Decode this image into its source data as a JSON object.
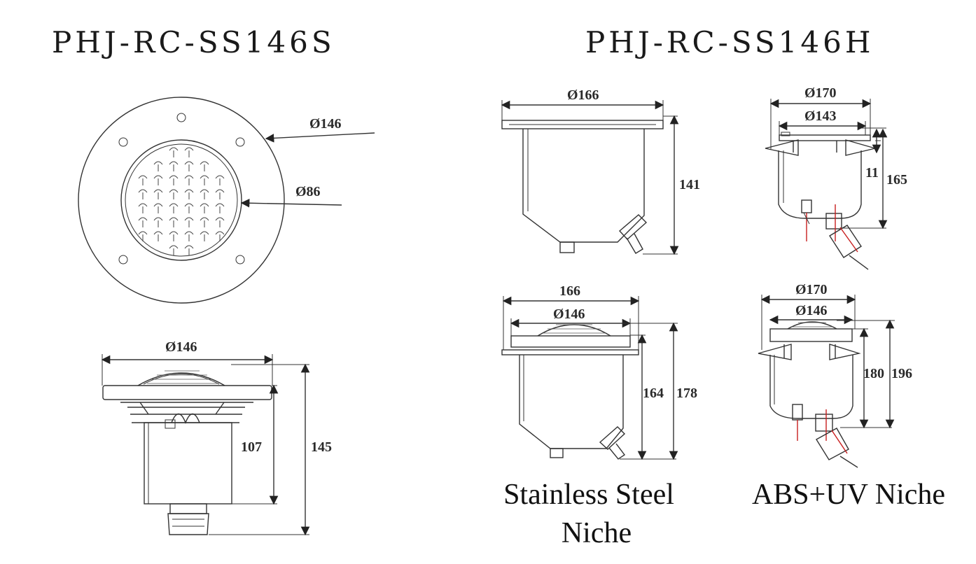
{
  "titles": {
    "left": "PHJ-RC-SS146S",
    "right": "PHJ-RC-SS146H"
  },
  "dims": {
    "front_outer": "Ø146",
    "front_inner": "Ø86",
    "side_width": "Ø146",
    "side_h1": "107",
    "side_h2": "145",
    "ss_top_dia": "Ø166",
    "ss_top_h": "141",
    "abs_top_outer": "Ø170",
    "abs_top_inner": "Ø143",
    "abs_top_h1": "11",
    "abs_top_h2": "165",
    "ss_bot_outer": "166",
    "ss_bot_inner": "Ø146",
    "ss_bot_h1": "164",
    "ss_bot_h2": "178",
    "abs_bot_outer": "Ø170",
    "abs_bot_inner": "Ø146",
    "abs_bot_h1": "180",
    "abs_bot_h2": "196"
  },
  "captions": {
    "stainless_line1": "Stainless Steel",
    "stainless_line2": "Niche",
    "abs": "ABS+UV Niche"
  },
  "colors": {
    "line": "#333333",
    "wire": "#c81e1e"
  }
}
